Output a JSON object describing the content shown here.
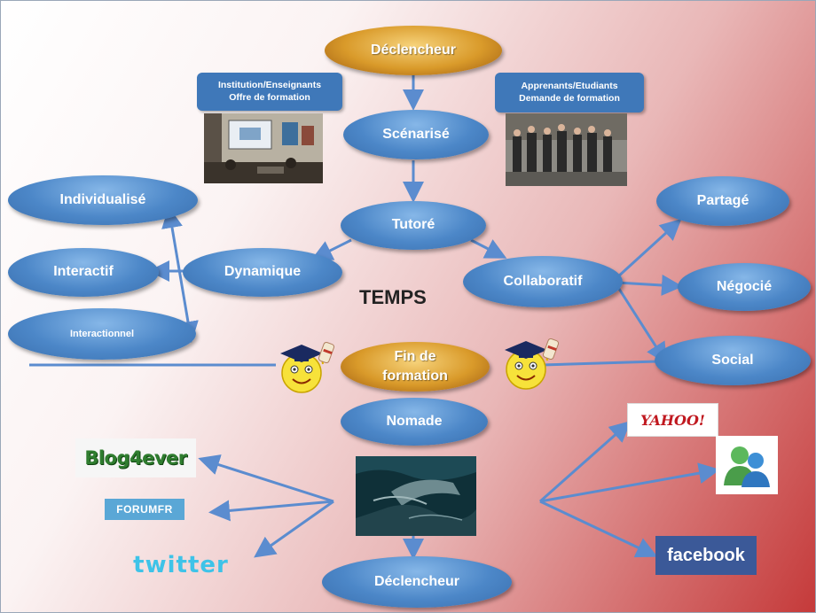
{
  "nodes": {
    "declencheur_top": "Déclencheur",
    "scenarise": "Scénarisé",
    "tutore": "Tutoré",
    "individualise": "Individualisé",
    "interactif": "Interactif",
    "interactionnel": "Interactionnel",
    "dynamique": "Dynamique",
    "collaboratif": "Collaboratif",
    "partage": "Partagé",
    "negocie": "Négocié",
    "social": "Social",
    "fin_line1": "Fin de",
    "fin_line2": "formation",
    "nomade": "Nomade",
    "declencheur_bottom": "Déclencheur"
  },
  "labels": {
    "institution_line1": "Institution/Enseignants",
    "institution_line2": "Offre de formation",
    "apprenants_line1": "Apprenants/Etudiants",
    "apprenants_line2": "Demande de formation",
    "temps": "TEMPS"
  },
  "logos": {
    "blog": "Blog4ever",
    "forum": "FORUMFR",
    "twitter": "twitter",
    "yahoo": "YAHOO!",
    "facebook": "facebook"
  },
  "colors": {
    "node_blue": "#4c87c8",
    "arrow_blue": "#5b8ccf",
    "gold": "#d99a2a",
    "background_red": "#c53a3a"
  }
}
